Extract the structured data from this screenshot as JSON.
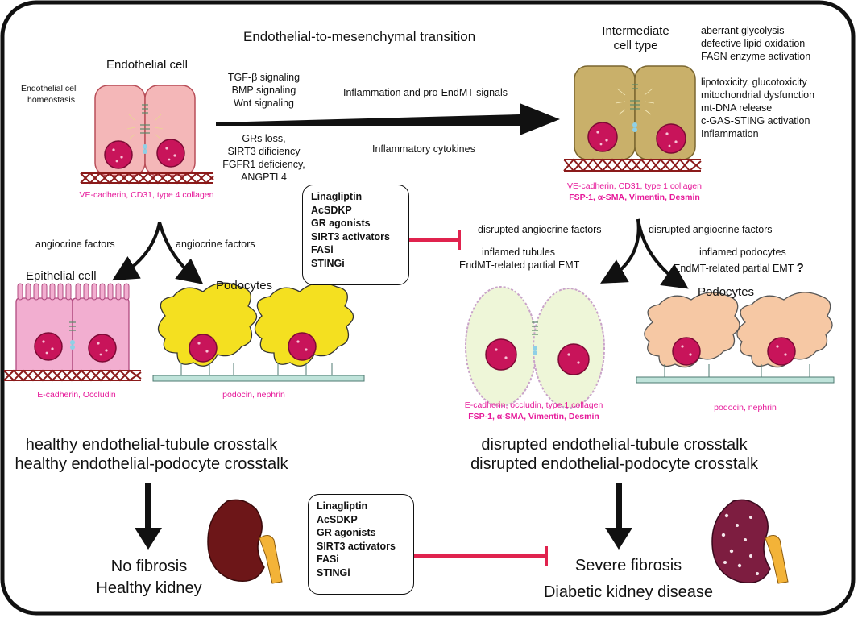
{
  "title": "Endothelial-to-mesenchymal transition",
  "left": {
    "endothelial_cell": "Endothelial cell",
    "homeostasis": [
      "Endothelial cell",
      "homeostasis"
    ],
    "markers": "VE-cadherin, CD31, type 4 collagen",
    "angiocrine_left": "angiocrine factors",
    "angiocrine_right": "angiocrine factors",
    "epithelial_cell": "Epithelial cell",
    "podocytes": "Podocytes",
    "epithelial_markers": "E-cadherin, Occludin",
    "podocyte_markers": "podocin, nephrin",
    "crosstalk": [
      "healthy endothelial-tubule crosstalk",
      "healthy endothelial-podocyte crosstalk"
    ],
    "outcome": [
      "No fibrosis",
      "Healthy kidney"
    ]
  },
  "signals": {
    "upper": [
      "TGF-β signaling",
      "BMP signaling",
      "Wnt signaling"
    ],
    "lower": [
      "GRs loss,",
      "SIRT3 dificiency",
      "FGFR1 deficiency,",
      "ANGPTL4"
    ],
    "inflammation": "Inflammation and pro-EndMT signals",
    "cytokines": "Inflammatory cytokines"
  },
  "right": {
    "intermediate": [
      "Intermediate",
      "cell type"
    ],
    "features_top": [
      "aberrant glycolysis",
      "defective lipid oxidation",
      "FASN enzyme activation"
    ],
    "features_bottom": [
      "lipotoxicity, glucotoxicity",
      "mitochondrial dysfunction",
      "mt-DNA release",
      "c-GAS-STING activation",
      "Inflammation"
    ],
    "markers_line1": "VE-cadherin, CD31, type 1 collagen",
    "markers_line2": "FSP-1, α-SMA, Vimentin, Desmin",
    "disrupted_left": "disrupted angiocrine factors",
    "disrupted_right": "disrupted angiocrine factors",
    "inflamed_tubules": "inflamed tubules",
    "partial_emt_left": "EndMT-related partial EMT",
    "inflamed_podocytes": "inflamed podocytes",
    "partial_emt_right": "EndMT-related partial EMT",
    "question_mark": "?",
    "podocytes": "Podocytes",
    "tubule_markers_line1": "E-cadherin, occludin, type 1 collagen",
    "tubule_markers_line2": "FSP-1, α-SMA, Vimentin, Desmin",
    "podocyte_markers": "podocin, nephrin",
    "crosstalk": [
      "disrupted endothelial-tubule crosstalk",
      "disrupted endothelial-podocyte crosstalk"
    ],
    "outcome": [
      "Severe fibrosis",
      "Diabetic kidney disease"
    ]
  },
  "drugs_top": [
    "Linagliptin",
    "AcSDKP",
    "GR agonists",
    "SIRT3 activators",
    "FASi",
    "STINGi"
  ],
  "drugs_bottom": [
    "Linagliptin",
    "AcSDKP",
    "GR agonists",
    "SIRT3 activators",
    "FASi",
    "STINGi"
  ],
  "colors": {
    "marker_text": "#e6199a",
    "inhibitor": "#e0234e",
    "endothelial_fill": "#f4b7b8",
    "intermediate_fill": "#c9b06a",
    "nucleus": "#c8145a",
    "epithelial_fill": "#f2aed0",
    "podocyte_healthy": "#f4e020",
    "podocyte_inflamed": "#f6c8a4",
    "tubule_inflamed": "#eef6d8",
    "membrane": "#bfe3da",
    "collagen": "#8b1a1a",
    "healthy_kidney": "#6d1618",
    "diseased_kidney": "#7d1d40"
  }
}
